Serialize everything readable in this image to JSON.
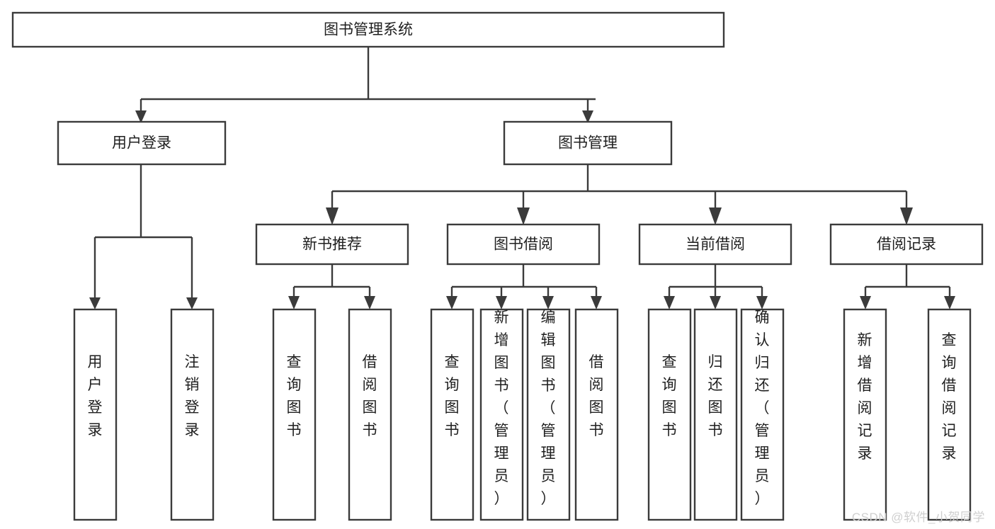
{
  "diagram": {
    "type": "tree-hierarchy-flowchart",
    "title": "图书管理系统",
    "background_color": "#ffffff",
    "line_color": "#3b3b3b",
    "box_fill": "#ffffff",
    "text_color": "#1f1f1f"
  },
  "root": {
    "label": "图书管理系统"
  },
  "level1": [
    {
      "label": "用户登录"
    },
    {
      "label": "图书管理"
    }
  ],
  "user_login_children": [
    {
      "label": "用户登录"
    },
    {
      "label": "注销登录"
    }
  ],
  "book_manage_children": [
    {
      "label": "新书推荐"
    },
    {
      "label": "图书借阅"
    },
    {
      "label": "当前借阅"
    },
    {
      "label": "借阅记录"
    }
  ],
  "new_book_children": [
    {
      "label": "查询图书"
    },
    {
      "label": "借阅图书"
    }
  ],
  "borrow_children": [
    {
      "label": "查询图书"
    },
    {
      "label": "新增图书（管理员）"
    },
    {
      "label": "编辑图书（管理员）"
    },
    {
      "label": "借阅图书"
    }
  ],
  "current_borrow_children": [
    {
      "label": "查询图书"
    },
    {
      "label": "归还图书"
    },
    {
      "label": "确认归还（管理员）"
    }
  ],
  "borrow_record_children": [
    {
      "label": "新增借阅记录"
    },
    {
      "label": "查询借阅记录"
    }
  ],
  "watermark": {
    "text": "CSDN @软件_小贺同学",
    "color": "#cfcfcf"
  }
}
